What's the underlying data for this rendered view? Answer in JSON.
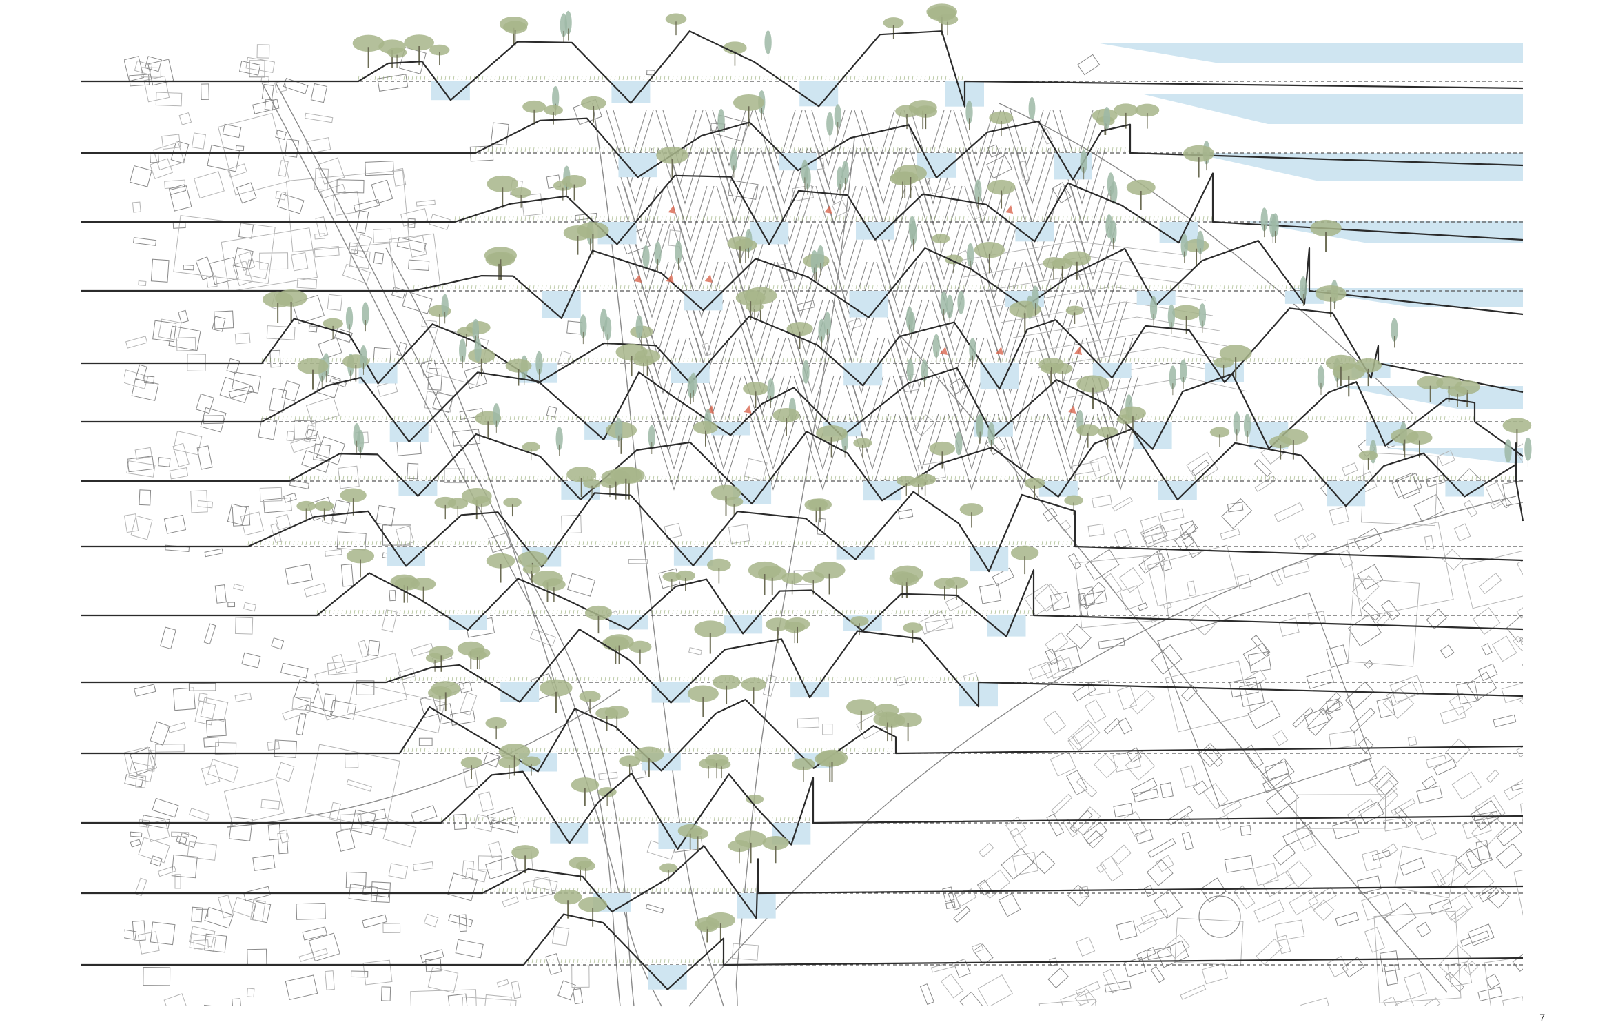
{
  "diagram": {
    "type": "landscape-section-plan-overlay",
    "section_count": 14,
    "colors": {
      "background": "#ffffff",
      "map_lines": "#8a8a8a",
      "map_lines_light": "#b5b5b5",
      "section_line": "#2b2b2b",
      "datum_dashed": "#555555",
      "water": "#cfe5f1",
      "tree_canopy": "#a7b58a",
      "tree_canopy_grey": "#c5c9c1",
      "poplar": "#9db8a6",
      "grass": "#7f9a57",
      "accent_red": "#d9664f"
    },
    "icons": [
      "tree-icon",
      "poplar-icon",
      "shrub-icon"
    ],
    "corner_label": "7"
  }
}
